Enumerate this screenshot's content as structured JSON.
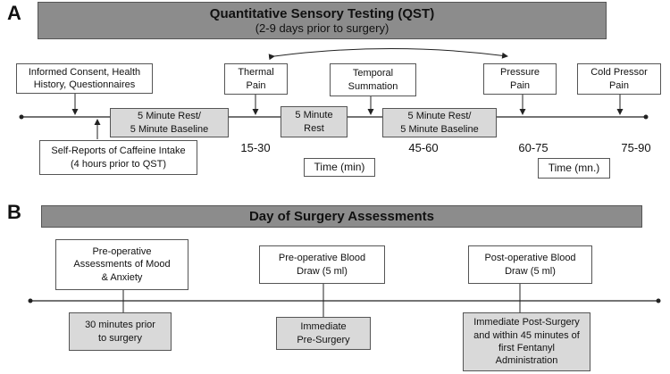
{
  "panel_a": {
    "letter": "A",
    "banner_title": "Quantitative Sensory Testing (QST)",
    "banner_subtitle": "(2-9 days prior to surgery)",
    "informed_consent": "Informed Consent, Health\nHistory, Questionnaires",
    "thermal_pain": "Thermal\nPain",
    "temporal_summation": "Temporal\nSummation",
    "pressure_pain": "Pressure\nPain",
    "cold_pressor": "Cold Pressor\nPain",
    "rest_baseline_1": "5 Minute Rest/\n5 Minute Baseline",
    "rest_2": "5 Minute\nRest",
    "rest_baseline_3": "5 Minute Rest/\n5 Minute Baseline",
    "caffeine": "Self-Reports of Caffeine Intake\n(4 hours prior to QST)",
    "time_15_30": "15-30",
    "time_45_60": "45-60",
    "time_60_75": "60-75",
    "time_75_90": "75-90",
    "time_label_1": "Time (min)",
    "time_label_2": "Time (mn.)"
  },
  "panel_b": {
    "letter": "B",
    "banner_title": "Day of Surgery Assessments",
    "preop_mood": "Pre-operative\nAssessments of Mood\n& Anxiety",
    "preop_blood": "Pre-operative Blood\nDraw (5 ml)",
    "postop_blood": "Post-operative Blood\nDraw (5 ml)",
    "timing_1": "30 minutes prior\nto surgery",
    "timing_2": "Immediate\nPre-Surgery",
    "timing_3": "Immediate Post-Surgery\nand within 45 minutes of\nfirst Fentanyl\nAdministration"
  }
}
